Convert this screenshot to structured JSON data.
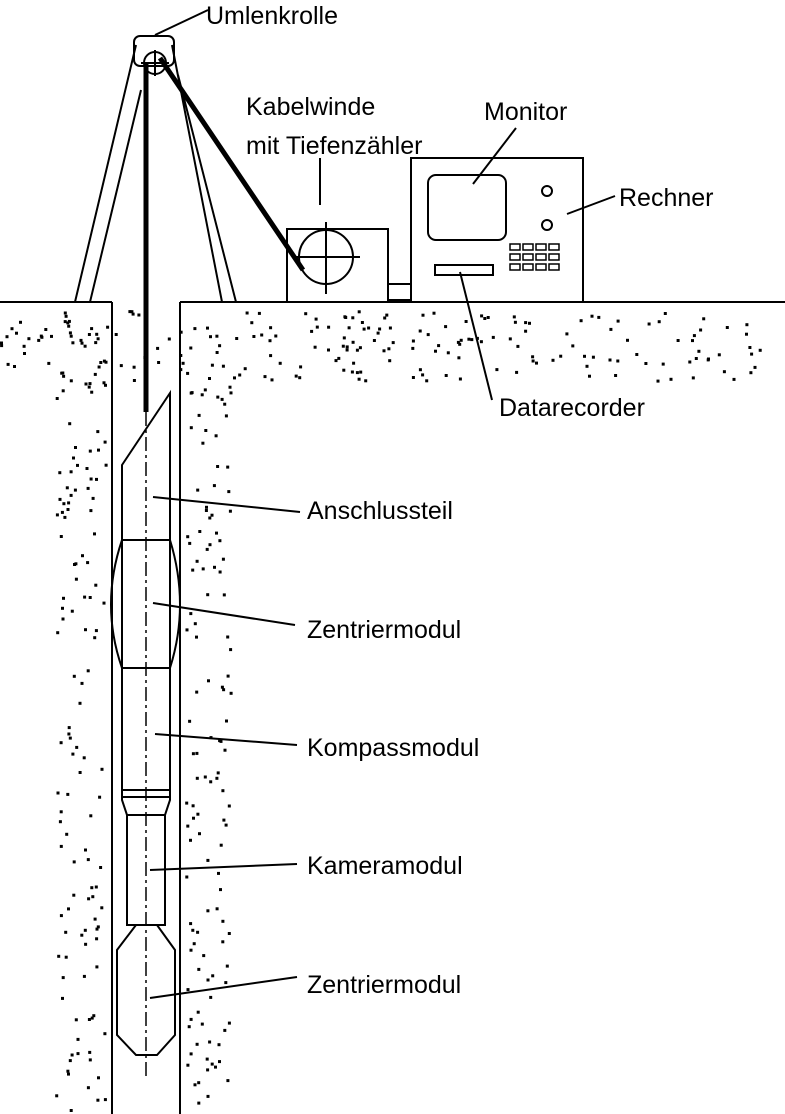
{
  "labels": {
    "pulley": "Umlenkrolle",
    "winch_line1": "Kabelwinde",
    "winch_line2": "mit Tiefenzähler",
    "monitor": "Monitor",
    "computer": "Rechner",
    "recorder": "Datarecorder",
    "connector": "Anschlussteil",
    "centering_top": "Zentriermodul",
    "compass": "Kompassmodul",
    "camera": "Kameramodul",
    "centering_bottom": "Zentriermodul"
  }
}
